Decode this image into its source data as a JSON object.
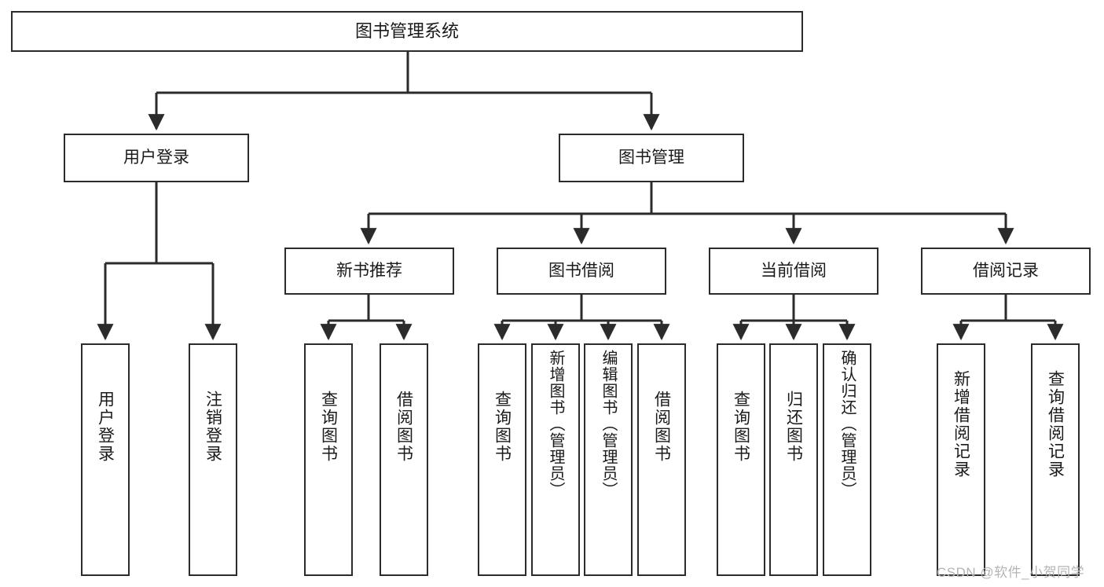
{
  "diagram": {
    "title": "图书管理系统",
    "type": "hierarchy-tree",
    "watermark": "CSDN @软件_小贺同学",
    "nodes": {
      "root": {
        "label": "图书管理系统"
      },
      "level2": [
        {
          "label": "用户登录"
        },
        {
          "label": "图书管理"
        }
      ],
      "level3": [
        {
          "label": "新书推荐"
        },
        {
          "label": "图书借阅"
        },
        {
          "label": "当前借阅"
        },
        {
          "label": "借阅记录"
        }
      ],
      "leaves_user_login": [
        {
          "label": "用户登录"
        },
        {
          "label": "注销登录"
        }
      ],
      "leaves_new_book": [
        {
          "label": "查询图书"
        },
        {
          "label": "借阅图书"
        }
      ],
      "leaves_borrow": [
        {
          "label": "查询图书"
        },
        {
          "label": "新增图书（管理员）"
        },
        {
          "label": "编辑图书（管理员）"
        },
        {
          "label": "借阅图书"
        }
      ],
      "leaves_current": [
        {
          "label": "查询图书"
        },
        {
          "label": "归还图书"
        },
        {
          "label": "确认归还（管理员）"
        }
      ],
      "leaves_records": [
        {
          "label": "新增借阅记录"
        },
        {
          "label": "查询借阅记录"
        }
      ]
    },
    "colors": {
      "border": "#2b2b2b",
      "background": "#ffffff",
      "text": "#1a1a1a",
      "connector": "#2b2b2b",
      "watermark": "#b4b4b4"
    }
  }
}
